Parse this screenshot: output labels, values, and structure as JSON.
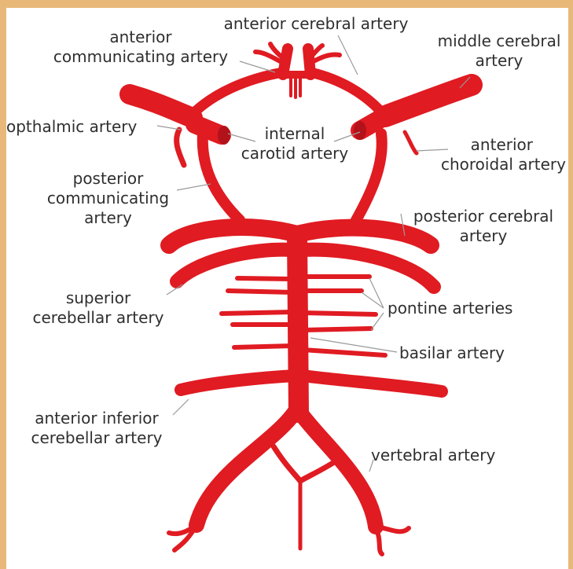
{
  "colors": {
    "background_border": "#e8b878",
    "panel": "#ffffff",
    "artery": "#e01b22",
    "artery_dark": "#b3121a",
    "leader_line": "#9a9a9a",
    "text": "#2f2f2f"
  },
  "labels": {
    "anterior_cerebral": [
      "anterior cerebral artery"
    ],
    "anterior_communicating": [
      "anterior",
      "communicating artery"
    ],
    "middle_cerebral": [
      "middle cerebral",
      "artery"
    ],
    "opthalmic": [
      "opthalmic artery"
    ],
    "internal_carotid": [
      "internal",
      "carotid artery"
    ],
    "anterior_choroidal": [
      "anterior",
      "choroidal artery"
    ],
    "posterior_communicating": [
      "posterior",
      "communicating",
      "artery"
    ],
    "posterior_cerebral": [
      "posterior cerebral",
      "artery"
    ],
    "superior_cerebellar": [
      "superior",
      "cerebellar artery"
    ],
    "pontine": [
      "pontine arteries"
    ],
    "basilar": [
      "basilar artery"
    ],
    "anterior_inferior_cerebellar": [
      "anterior inferior",
      "cerebellar artery"
    ],
    "vertebral": [
      "vertebral artery"
    ]
  }
}
